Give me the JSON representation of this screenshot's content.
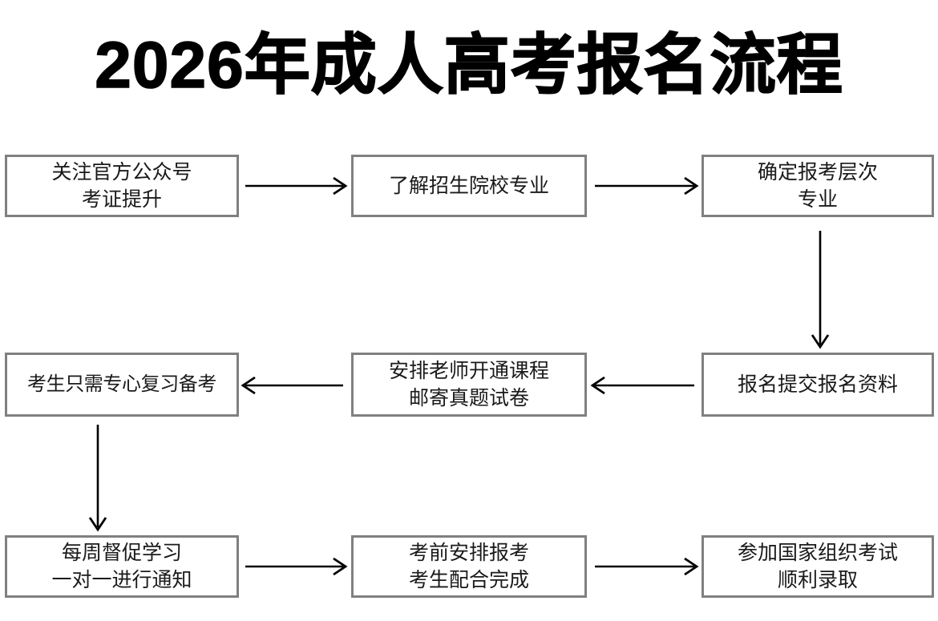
{
  "title": "2026年成人高考报名流程",
  "colors": {
    "background": "#ffffff",
    "box_border": "#808080",
    "box_fill": "#ffffff",
    "text": "#1a1a1a",
    "title_text": "#000000",
    "arrow": "#000000"
  },
  "flow": {
    "type": "flowchart",
    "layout": "3x3 serpentine grid",
    "direction": "row1 left-to-right, down, row2 right-to-left, down, row3 left-to-right",
    "nodes": [
      {
        "id": "n1",
        "row": 1,
        "col": 1,
        "lines": [
          "关注官方公众号",
          "考证提升"
        ]
      },
      {
        "id": "n2",
        "row": 1,
        "col": 2,
        "lines": [
          "了解招生院校专业"
        ]
      },
      {
        "id": "n3",
        "row": 1,
        "col": 3,
        "lines": [
          "确定报考层次",
          "专业"
        ]
      },
      {
        "id": "n4",
        "row": 2,
        "col": 3,
        "lines": [
          "报名提交报名资料"
        ]
      },
      {
        "id": "n5",
        "row": 2,
        "col": 2,
        "lines": [
          "安排老师开通课程",
          "邮寄真题试卷"
        ]
      },
      {
        "id": "n6",
        "row": 2,
        "col": 1,
        "lines": [
          "考生只需专心复习备考"
        ]
      },
      {
        "id": "n7",
        "row": 3,
        "col": 1,
        "lines": [
          "每周督促学习",
          "一对一进行通知"
        ]
      },
      {
        "id": "n8",
        "row": 3,
        "col": 2,
        "lines": [
          "考前安排报考",
          "考生配合完成"
        ]
      },
      {
        "id": "n9",
        "row": 3,
        "col": 3,
        "lines": [
          "参加国家组织考试",
          "顺利录取"
        ]
      }
    ],
    "edges": [
      {
        "from": "n1",
        "to": "n2",
        "direction": "right"
      },
      {
        "from": "n2",
        "to": "n3",
        "direction": "right"
      },
      {
        "from": "n3",
        "to": "n4",
        "direction": "down"
      },
      {
        "from": "n4",
        "to": "n5",
        "direction": "left"
      },
      {
        "from": "n5",
        "to": "n6",
        "direction": "left"
      },
      {
        "from": "n6",
        "to": "n7",
        "direction": "down"
      },
      {
        "from": "n7",
        "to": "n8",
        "direction": "right"
      },
      {
        "from": "n8",
        "to": "n9",
        "direction": "right"
      }
    ]
  }
}
